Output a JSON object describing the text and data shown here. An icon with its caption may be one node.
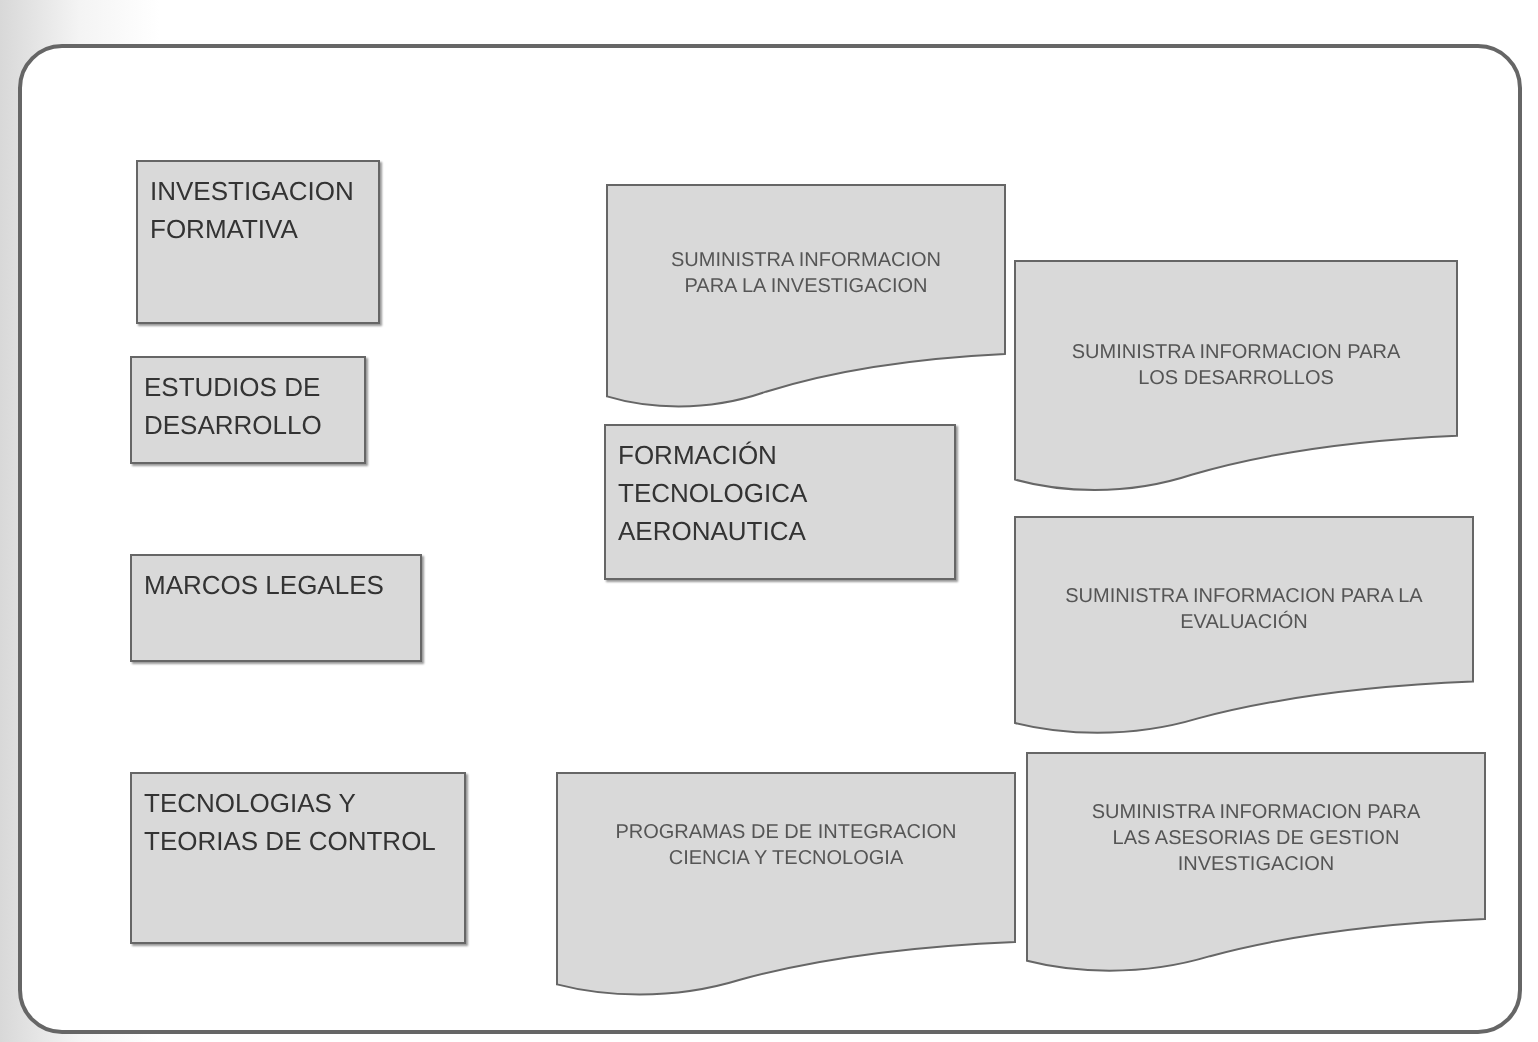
{
  "diagram": {
    "nodes": [
      {
        "text": [
          "INVESTIGACION FORMATIVA"
        ]
      },
      {
        "text": [
          "SUMINISTRA INFORMACION PARA LA INVESTIGACION"
        ]
      },
      {
        "text": [
          "SUMINISTRA INFORMACION PARA LOS DESARROLLOS"
        ]
      },
      {
        "text": [
          "ESTUDIOS DE DESARROLLO"
        ]
      },
      {
        "text": [
          "FORMACIÓN TECNOLOGICA AERONAUTICA"
        ]
      },
      {
        "text": [
          "SUMINISTRA INFORMACION PARA LA EVALUACIÓN"
        ]
      },
      {
        "text": [
          "MARCOS LEGALES"
        ]
      },
      {
        "text": [
          "TECNOLOGIAS Y TEORIAS DE CONTROL"
        ]
      },
      {
        "text": [
          "PROGRAMAS DE DE INTEGRACION CIENCIA Y TECNOLOGIA"
        ]
      },
      {
        "text": [
          "SUMINISTRA INFORMACION PARA LAS ASESORIAS DE GESTION INVESTIGACION"
        ]
      }
    ]
  }
}
